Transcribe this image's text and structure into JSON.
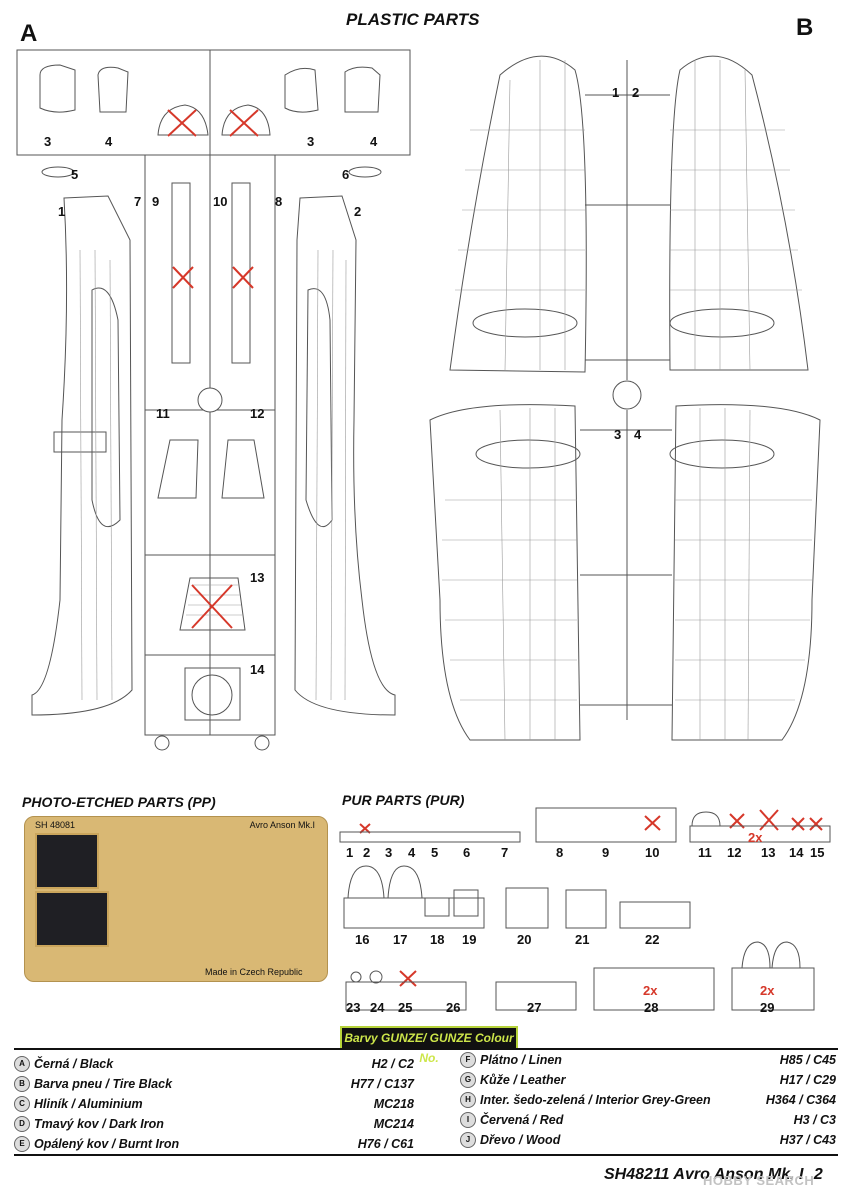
{
  "header": {
    "title": "PLASTIC PARTS",
    "sprue_a": "A",
    "sprue_b": "B"
  },
  "sprue_a_numbers": [
    "3",
    "4",
    "3",
    "4",
    "5",
    "6",
    "1",
    "7",
    "9",
    "10",
    "8",
    "2",
    "11",
    "12",
    "13",
    "14"
  ],
  "sprue_b_numbers": [
    "1",
    "2",
    "3",
    "4"
  ],
  "pe_section": {
    "title": "PHOTO-ETCHED PARTS (PP)",
    "sheet_code": "SH 48081",
    "sheet_model": "Avro Anson Mk.I",
    "made_in": "Made in Czech Republic"
  },
  "pur_section": {
    "title": "PUR PARTS (PUR)",
    "row1": [
      "1",
      "2",
      "3",
      "4",
      "5",
      "6",
      "7",
      "8",
      "9",
      "10",
      "11",
      "12",
      "13",
      "14",
      "15"
    ],
    "row2": [
      "16",
      "17",
      "18",
      "19",
      "20",
      "21",
      "22"
    ],
    "row3": [
      "23",
      "24",
      "25",
      "26",
      "27",
      "28",
      "29"
    ],
    "multipliers": [
      "2x",
      "2x",
      "2x"
    ]
  },
  "colour_section": {
    "title": "Barvy GUNZE/ GUNZE Colour No.",
    "left": [
      {
        "badge": "A",
        "name": "Černá / Black",
        "code": "H2 / C2"
      },
      {
        "badge": "B",
        "name": "Barva pneu / Tire Black",
        "code": "H77 / C137"
      },
      {
        "badge": "C",
        "name": "Hliník / Aluminium",
        "code": "MC218"
      },
      {
        "badge": "D",
        "name": "Tmavý kov / Dark Iron",
        "code": "MC214"
      },
      {
        "badge": "E",
        "name": "Opálený kov / Burnt Iron",
        "code": "H76 / C61"
      }
    ],
    "right": [
      {
        "badge": "F",
        "name": "Plátno / Linen",
        "code": "H85 / C45"
      },
      {
        "badge": "G",
        "name": "Kůže / Leather",
        "code": "H17 / C29"
      },
      {
        "badge": "H",
        "name": "Inter. šedo-zelená / Interior Grey-Green",
        "code": "H364 / C364"
      },
      {
        "badge": "I",
        "name": "Červená / Red",
        "code": "H3 / C3"
      },
      {
        "badge": "J",
        "name": "Dřevo / Wood",
        "code": "H37 / C43"
      }
    ]
  },
  "footer": {
    "text": "SH48211 Avro Anson Mk. I",
    "page": "2",
    "watermark": "HOBBY SEARCH"
  }
}
